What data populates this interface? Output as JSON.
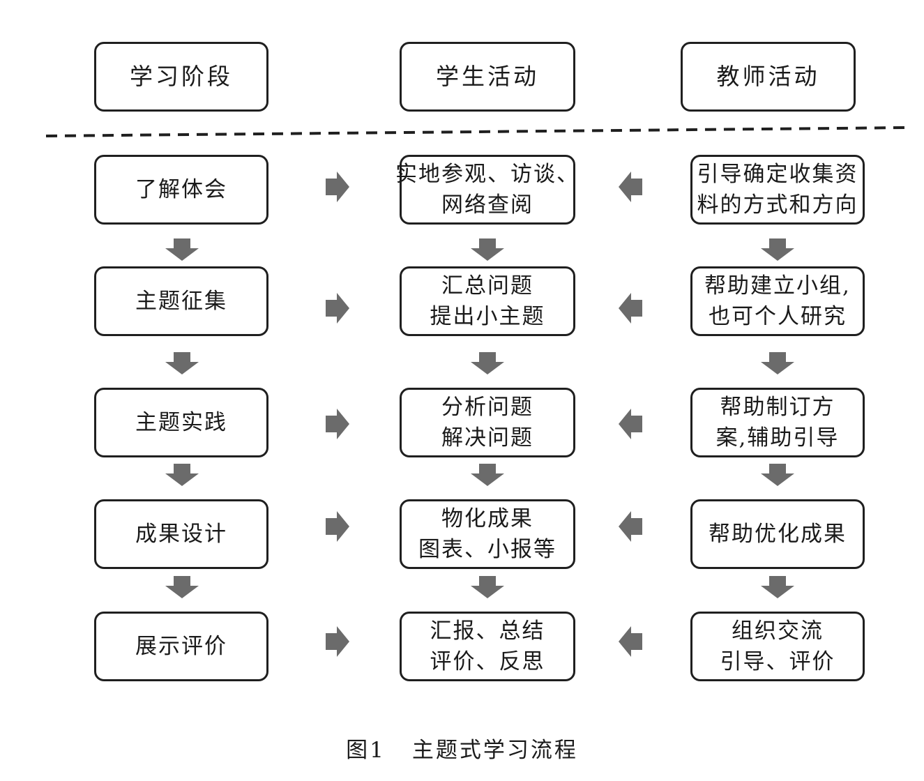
{
  "header": {
    "col1": "学习阶段",
    "col2": "学生活动",
    "col3": "教师活动"
  },
  "rows": [
    {
      "stage": "了解体会",
      "student": [
        "实地参观、访谈、",
        "网络查阅"
      ],
      "teacher": [
        "引导确定收集资",
        "料的方式和方向"
      ]
    },
    {
      "stage": "主题征集",
      "student": [
        "汇总问题",
        "提出小主题"
      ],
      "teacher": [
        "帮助建立小组,",
        "也可个人研究"
      ]
    },
    {
      "stage": "主题实践",
      "student": [
        "分析问题",
        "解决问题"
      ],
      "teacher": [
        "帮助制订方",
        "案,辅助引导"
      ]
    },
    {
      "stage": "成果设计",
      "student": [
        "物化成果",
        "图表、小报等"
      ],
      "teacher": [
        "帮助优化成果"
      ]
    },
    {
      "stage": "展示评价",
      "student": [
        "汇报、总结",
        "评价、反思"
      ],
      "teacher": [
        "组织交流",
        "引导、评价"
      ]
    }
  ],
  "caption": {
    "number": "图1",
    "title": "主题式学习流程"
  },
  "colors": {
    "arrow": "#6b6b6b",
    "border": "#1f1f1f"
  }
}
